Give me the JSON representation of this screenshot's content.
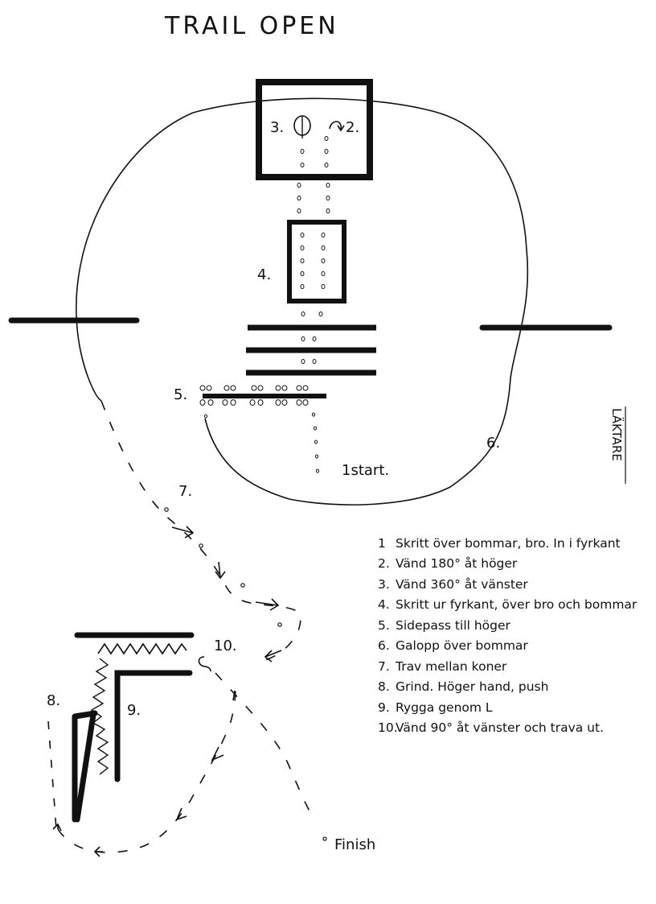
{
  "title": "TRAIL OPEN",
  "labels": {
    "l3": "3.",
    "l2": "2.",
    "l4": "4.",
    "l5": "5.",
    "l6": "6.",
    "l7": "7.",
    "l8": "8.",
    "l9": "9.",
    "l10": "10.",
    "start": "1start.",
    "finish": "Finish",
    "side": "LÄKTARE"
  },
  "legend": [
    {
      "num": "1",
      "text": "Skritt över bommar, bro. In i fyrkant"
    },
    {
      "num": "2.",
      "text": "Vänd 180° åt höger"
    },
    {
      "num": "3.",
      "text": "Vänd 360° åt vänster"
    },
    {
      "num": "4.",
      "text": "Skritt ur fyrkant, över bro och bommar"
    },
    {
      "num": "5.",
      "text": "Sidepass till höger"
    },
    {
      "num": "6.",
      "text": "Galopp över bommar"
    },
    {
      "num": "7.",
      "text": "Trav mellan koner"
    },
    {
      "num": "8.",
      "text": "Grind. Höger hand, push"
    },
    {
      "num": "9.",
      "text": "Ryggа genom L"
    },
    {
      "num": "10.",
      "text": "Vänd 90° åt vänster och trava ut."
    }
  ]
}
